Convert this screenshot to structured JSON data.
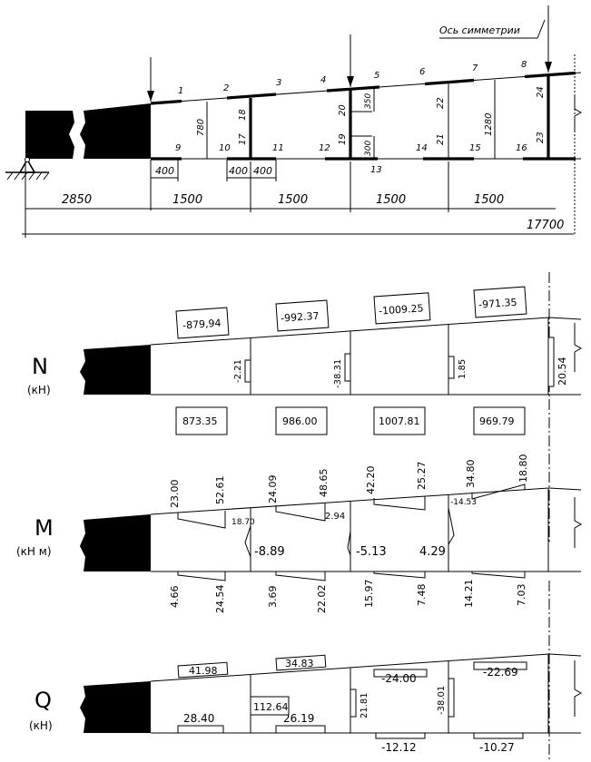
{
  "scheme": {
    "axis_label": "Ось симметрии",
    "panel_numbers": [
      "1",
      "2",
      "3",
      "4",
      "5",
      "6",
      "7",
      "8",
      "9",
      "10",
      "11",
      "12",
      "13",
      "14",
      "15",
      "16",
      "17",
      "18",
      "19",
      "20",
      "21",
      "22",
      "23",
      "24"
    ],
    "dims": {
      "h780": "780",
      "h1280": "1280",
      "h350": "350",
      "h300": "300",
      "b400a": "400",
      "b400b": "400",
      "b400c": "400",
      "s2850": "2850",
      "s1500a": "1500",
      "s1500b": "1500",
      "s1500c": "1500",
      "s1500d": "1500",
      "total": "17700"
    }
  },
  "N": {
    "label": "N",
    "unit": "(кН)",
    "top": [
      "-879,94",
      "-992.37",
      "-1009.25",
      "-971.35"
    ],
    "bottom": [
      "873.35",
      "986.00",
      "1007.81",
      "969.79"
    ],
    "posts": [
      "-2.21",
      "-38.31",
      "1.85",
      "20.54"
    ]
  },
  "M": {
    "label": "M",
    "unit": "(кН  м)",
    "top": [
      "23.00",
      "52.61",
      "24.09",
      "48.65",
      "42.20",
      "25.27",
      "34.80",
      "18.80"
    ],
    "bottom": [
      "4.66",
      "24.54",
      "3.69",
      "22.02",
      "15.97",
      "7.48",
      "14.21",
      "7.03"
    ],
    "posts": [
      "18.70",
      "-8.89",
      "2.94",
      "-5.13",
      "4.29",
      "-14.53"
    ]
  },
  "Q": {
    "label": "Q",
    "unit": "(кН)",
    "top": [
      "41.98",
      "34.83",
      "-24.00",
      "-22.69"
    ],
    "bottom": [
      "28.40",
      "26.19",
      "-12.12",
      "-10.27"
    ],
    "posts": [
      "112.64",
      "21.81",
      "-38.01"
    ]
  }
}
